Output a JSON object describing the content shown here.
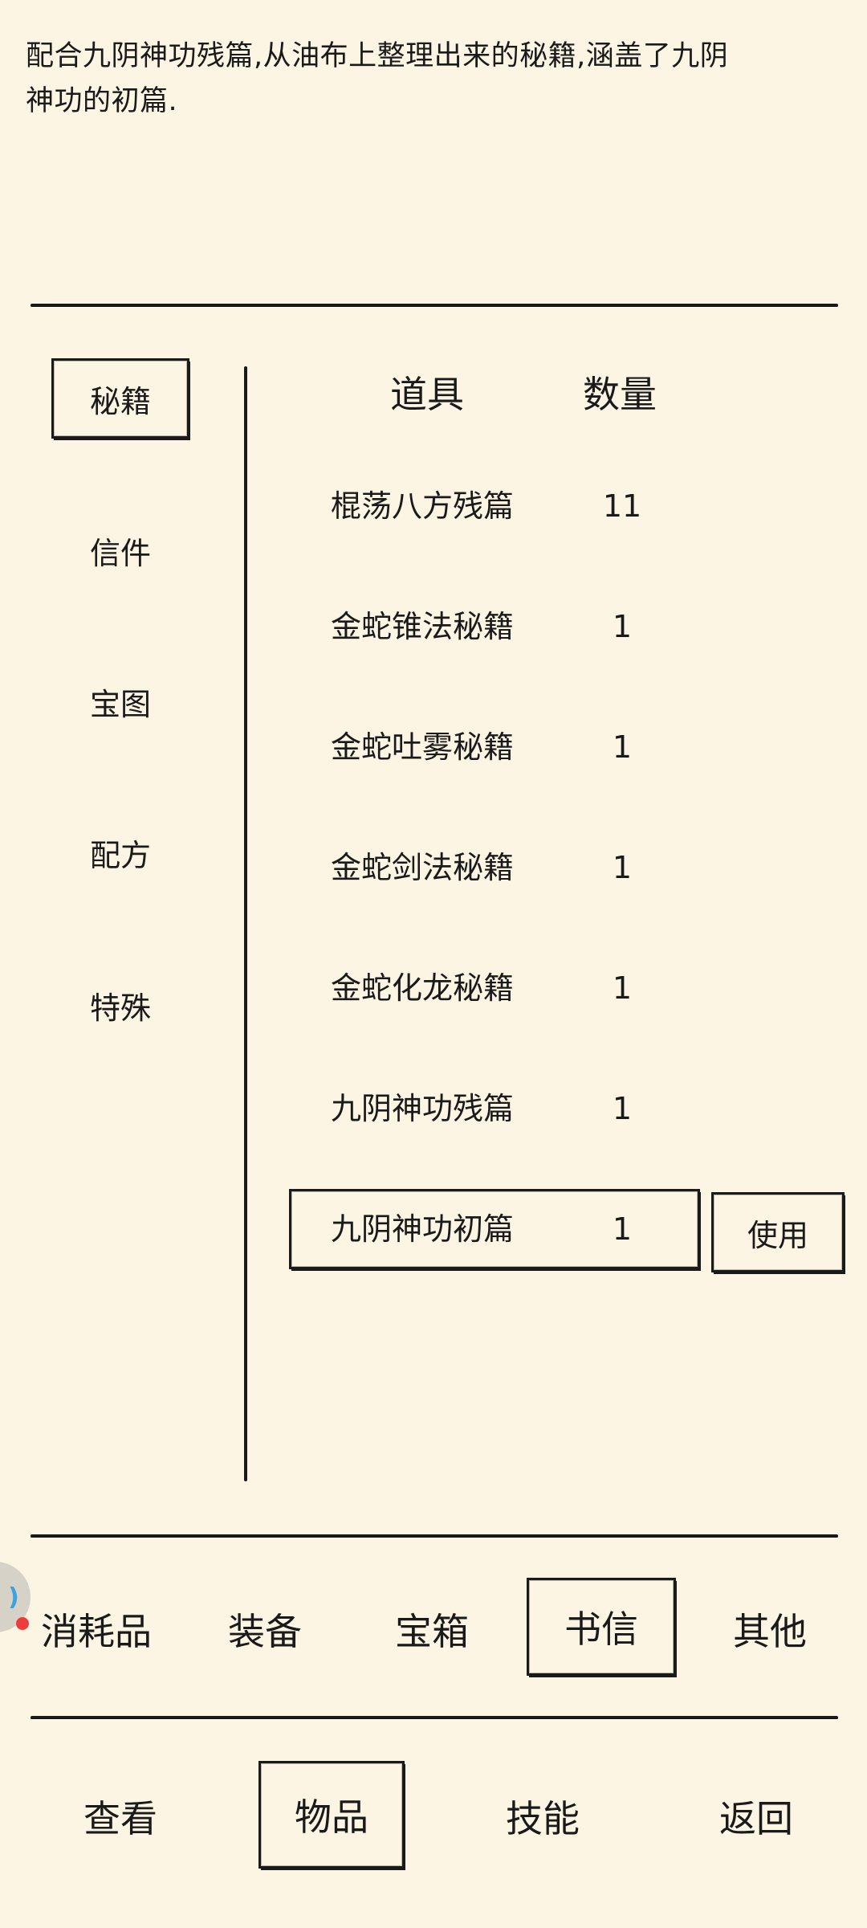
{
  "description": {
    "line1": "配合九阴神功残篇,从油布上整理出来的秘籍,涵盖了九阴",
    "line2": "神功的初篇."
  },
  "categories": [
    {
      "label": "秘籍",
      "selected": true
    },
    {
      "label": "信件",
      "selected": false
    },
    {
      "label": "宝图",
      "selected": false
    },
    {
      "label": "配方",
      "selected": false
    },
    {
      "label": "特殊",
      "selected": false
    }
  ],
  "table": {
    "headers": {
      "item": "道具",
      "quantity": "数量"
    },
    "rows": [
      {
        "name": "棍荡八方残篇",
        "qty": "11"
      },
      {
        "name": "金蛇锥法秘籍",
        "qty": "1"
      },
      {
        "name": "金蛇吐雾秘籍",
        "qty": "1"
      },
      {
        "name": "金蛇剑法秘籍",
        "qty": "1"
      },
      {
        "name": "金蛇化龙秘籍",
        "qty": "1"
      },
      {
        "name": "九阴神功残篇",
        "qty": "1"
      },
      {
        "name": "九阴神功初篇",
        "qty": "1",
        "selected": true
      }
    ],
    "use_label": "使用"
  },
  "item_tabs": [
    {
      "label": "消耗品",
      "selected": false
    },
    {
      "label": "装备",
      "selected": false
    },
    {
      "label": "宝箱",
      "selected": false
    },
    {
      "label": "书信",
      "selected": true
    },
    {
      "label": "其他",
      "selected": false
    }
  ],
  "bottom_nav": [
    {
      "label": "查看",
      "selected": false
    },
    {
      "label": "物品",
      "selected": true
    },
    {
      "label": "技能",
      "selected": false
    },
    {
      "label": "返回",
      "selected": false
    }
  ],
  "side_handle": {
    "glyph": ")",
    "icon": "floating-assist-icon"
  },
  "colors": {
    "background": "#fcf5e4",
    "ink": "#1a1a1a",
    "notification_dot": "#ef3b3b",
    "handle_accent": "#3aa3e0"
  }
}
